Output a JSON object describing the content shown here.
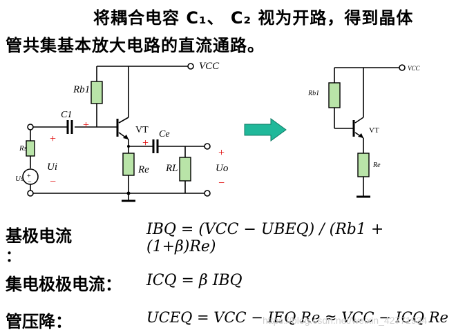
{
  "intro": {
    "line1": "将耦合电容 C₁、 C₂ 视为开路，得到晶体",
    "line2": "管共集基本放大电路的直流通路。"
  },
  "circuit_left": {
    "vcc": "VCC",
    "rb1": "Rb1",
    "c1": "C1",
    "ce": "Ce",
    "vt": "VT",
    "rs": "Rs",
    "us": "Us",
    "ui": "Ui",
    "re": "Re",
    "rl": "RL",
    "uo": "Uo",
    "plus": "+",
    "minus": "−"
  },
  "circuit_right": {
    "vcc": "VCC",
    "rb1": "Rb1",
    "vt": "VT",
    "re": "Re"
  },
  "colors": {
    "resistor_fill": "#b9e4a8",
    "polarity_red": "#e00000",
    "arrow_teal": "#20b89a"
  },
  "formulas": {
    "base_current_label": "基极电流",
    "base_current_colon": "：",
    "ibq": "IBQ = (VCC − UBEQ) / (Rb1 + (1+β)Re)",
    "collector_current_label": "集电极极电流：",
    "icq": "ICQ = β IBQ",
    "voltage_drop_label": "管压降：",
    "uceq": "UCEQ = VCC − IEQ Re ≈ VCC − ICQ Re"
  },
  "watermark": "https://blog.csdn.net/weixin_42771934"
}
